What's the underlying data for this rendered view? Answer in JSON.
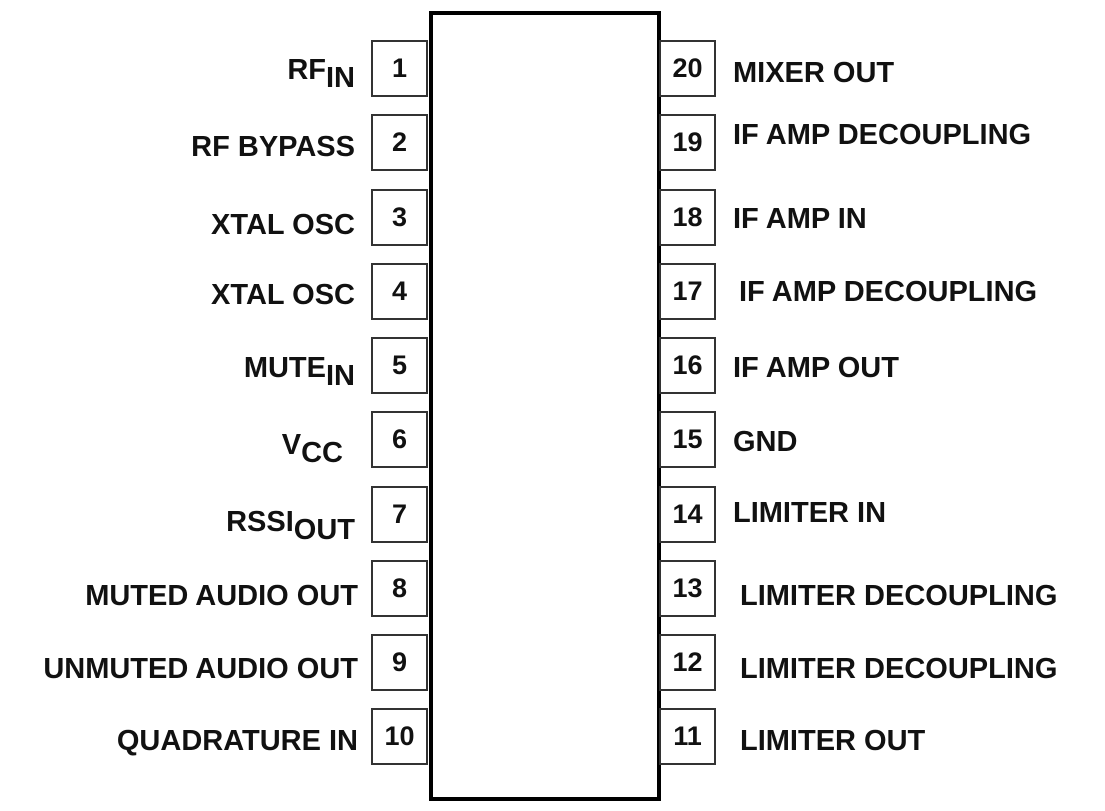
{
  "left_pins": [
    {
      "number": "1",
      "label": "RF",
      "sub": "IN"
    },
    {
      "number": "2",
      "label": "RF BYPASS",
      "sub": ""
    },
    {
      "number": "3",
      "label": "XTAL OSC",
      "sub": ""
    },
    {
      "number": "4",
      "label": "XTAL OSC",
      "sub": ""
    },
    {
      "number": "5",
      "label": "MUTE",
      "sub": "IN"
    },
    {
      "number": "6",
      "label": "V",
      "sub": "CC"
    },
    {
      "number": "7",
      "label": "RSSI",
      "sub": "OUT"
    },
    {
      "number": "8",
      "label": "MUTED AUDIO OUT",
      "sub": ""
    },
    {
      "number": "9",
      "label": "UNMUTED AUDIO OUT",
      "sub": ""
    },
    {
      "number": "10",
      "label": "QUADRATURE IN",
      "sub": ""
    }
  ],
  "right_pins": [
    {
      "number": "20",
      "label": "MIXER OUT"
    },
    {
      "number": "19",
      "label": "IF AMP DECOUPLING"
    },
    {
      "number": "18",
      "label": "IF AMP IN"
    },
    {
      "number": "17",
      "label": "IF AMP DECOUPLING"
    },
    {
      "number": "16",
      "label": "IF AMP OUT"
    },
    {
      "number": "15",
      "label": "GND"
    },
    {
      "number": "14",
      "label": "LIMITER IN"
    },
    {
      "number": "13",
      "label": "LIMITER DECOUPLING"
    },
    {
      "number": "12",
      "label": "LIMITER DECOUPLING"
    },
    {
      "number": "11",
      "label": "LIMITER OUT"
    }
  ]
}
